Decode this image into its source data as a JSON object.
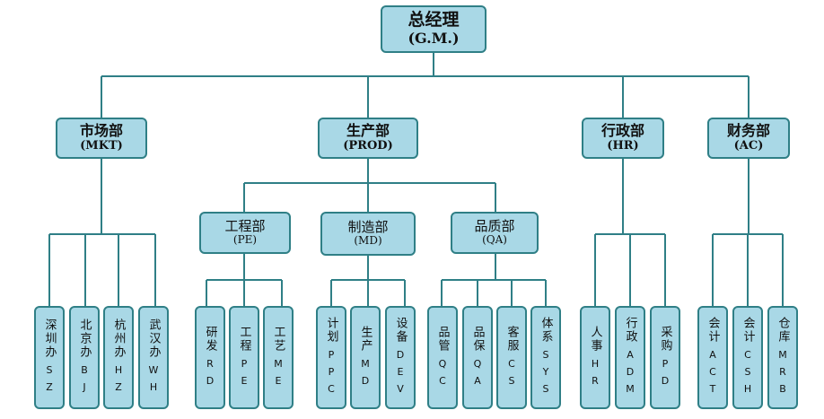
{
  "gm": {
    "name": "总经理",
    "code": "(G.M.)"
  },
  "departments": [
    {
      "name": "市场部",
      "code": "(MKT)"
    },
    {
      "name": "生产部",
      "code": "(PROD)"
    },
    {
      "name": "行政部",
      "code": "(HR)"
    },
    {
      "name": "财务部",
      "code": "(AC)"
    }
  ],
  "sub_departments": [
    {
      "name": "工程部",
      "code": "(PE)"
    },
    {
      "name": "制造部",
      "code": "(MD)"
    },
    {
      "name": "品质部",
      "code": "(QA)"
    }
  ],
  "units": [
    {
      "name": "深圳办",
      "code": "SZ"
    },
    {
      "name": "北京办",
      "code": "BJ"
    },
    {
      "name": "杭州办",
      "code": "HZ"
    },
    {
      "name": "武汉办",
      "code": "WH"
    },
    {
      "name": "研发",
      "code": "RD"
    },
    {
      "name": "工程",
      "code": "PE"
    },
    {
      "name": "工艺",
      "code": "ME"
    },
    {
      "name": "计划",
      "code": "PPC"
    },
    {
      "name": "生产",
      "code": "MD"
    },
    {
      "name": "设备",
      "code": "DEV"
    },
    {
      "name": "品管",
      "code": "QC"
    },
    {
      "name": "品保",
      "code": "QA"
    },
    {
      "name": "客服",
      "code": "CS"
    },
    {
      "name": "体系",
      "code": "SYS"
    },
    {
      "name": "人事",
      "code": "HR"
    },
    {
      "name": "行政",
      "code": "ADM"
    },
    {
      "name": "采购",
      "code": "PD"
    },
    {
      "name": "会计",
      "code": "ACT"
    },
    {
      "name": "会计",
      "code": "CSH"
    },
    {
      "name": "仓库",
      "code": "MRB"
    }
  ],
  "colors": {
    "box_fill": "#a9d8e6",
    "box_border": "#2f7f86",
    "connector": "#2f7f86"
  }
}
